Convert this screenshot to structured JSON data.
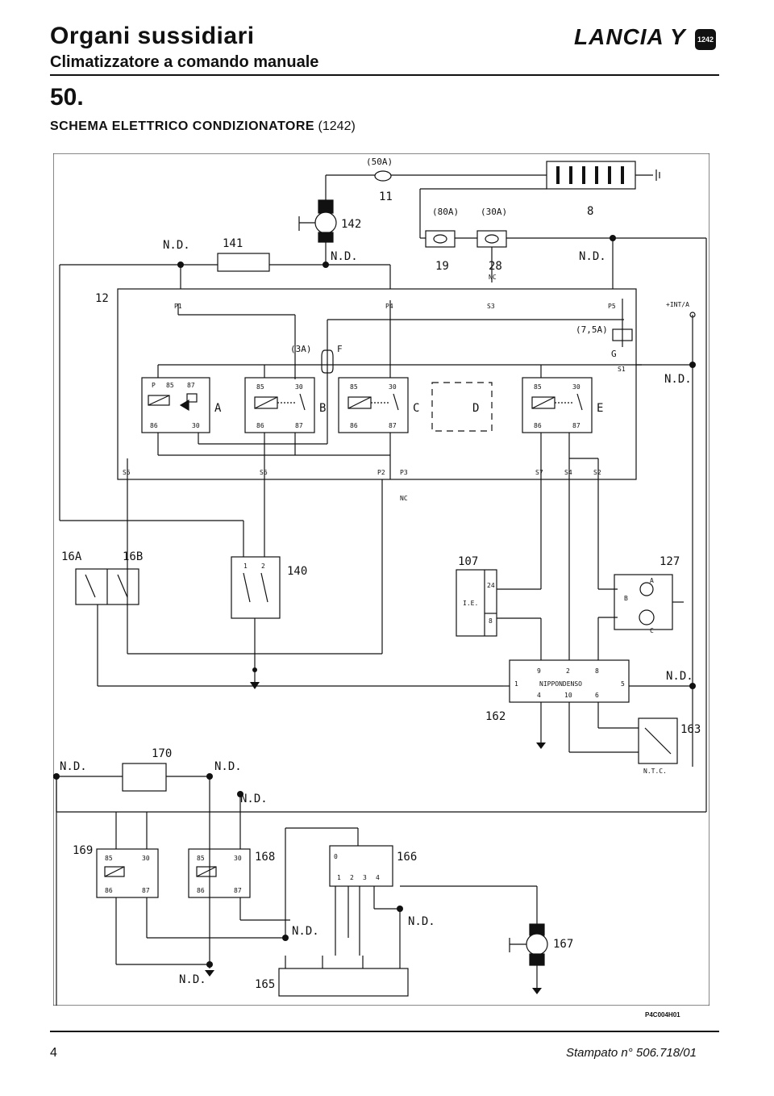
{
  "header": {
    "title": "Organi sussidiari",
    "subtitle": "Climatizzatore a comando manuale",
    "brand": "LANCIA Y",
    "brand_badge": "1242",
    "section_number": "50."
  },
  "caption": {
    "title": "SCHEMA ELETTRICO CONDIZIONATORE",
    "code": "(1242)"
  },
  "diagram": {
    "fuse_50a": "(50A)",
    "fuse_80a": "(80A)",
    "fuse_30a": "(30A)",
    "fuse_3a": "(3A)",
    "fuse_7_5a": "(7,5A)",
    "component_numbers": [
      "11",
      "8",
      "142",
      "141",
      "19",
      "28",
      "12",
      "16A",
      "16B",
      "140",
      "107",
      "127",
      "162",
      "163",
      "170",
      "169",
      "168",
      "166",
      "165",
      "167"
    ],
    "nd": "N.D.",
    "nc": "NC",
    "int_a": "+INT/A",
    "relay_letters": [
      "A",
      "B",
      "C",
      "D",
      "E"
    ],
    "fuse_letters": [
      "F",
      "G"
    ],
    "pins_top": [
      "P1",
      "P4",
      "S3",
      "P5"
    ],
    "pins_bottom": [
      "S5",
      "S6",
      "P2",
      "P3",
      "S7",
      "S4",
      "S2"
    ],
    "pin_s1": "S1",
    "relay_pins": [
      "85",
      "30",
      "86",
      "87"
    ],
    "relay_a_pins": [
      "P",
      "85",
      "87",
      "86",
      "30"
    ],
    "ie": "I.E.",
    "ecu_pins_107": [
      "24",
      "8"
    ],
    "nippondenso": "NIPPONDENSO",
    "ecu_pins_162_top": [
      "9",
      "2",
      "8"
    ],
    "ecu_pins_162_bottom": [
      "4",
      "10",
      "6"
    ],
    "ecu_pins_162_side": [
      "1",
      "5"
    ],
    "pins_127": [
      "A",
      "B",
      "C"
    ],
    "ntc": "N.T.C.",
    "switch_140_pins": [
      "1",
      "2"
    ],
    "switch_166_pins": [
      "0",
      "1",
      "2",
      "3",
      "4"
    ]
  },
  "footer": {
    "reference": "P4C004H01",
    "page": "4",
    "printed": "Stampato n° 506.718/01"
  }
}
